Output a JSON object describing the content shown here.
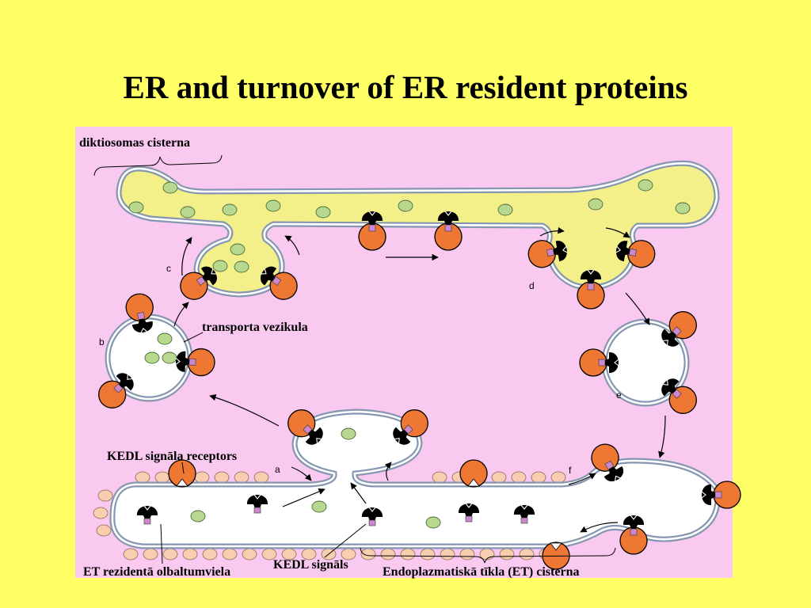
{
  "slide": {
    "title": "ER and turnover of ER resident proteins"
  },
  "labels": {
    "golgi_cisterna": "diktiosomas cisterna",
    "transport_vesicle": "transporta vezikula",
    "kedl_receptor": "KEDL signāla receptors",
    "er_resident_protein": "ET rezidentā olbaltumviela",
    "kedl_signal": "KEDL signāls",
    "er_cisterna": "Endoplazmatiskā tīkla (ET) cisterna"
  },
  "step_letters": {
    "a": "a",
    "b": "b",
    "c": "c",
    "d": "d",
    "e": "e",
    "f": "f"
  },
  "colors": {
    "background": "#ffff66",
    "panel": "#f9c9ef",
    "golgi": "#f3f08a",
    "receptor": "#ee7733",
    "kedl_signal": "#cc88cc",
    "cargo": "#b7d88e",
    "ribosome": "#f9cdb0",
    "membrane": "#8496b0"
  }
}
